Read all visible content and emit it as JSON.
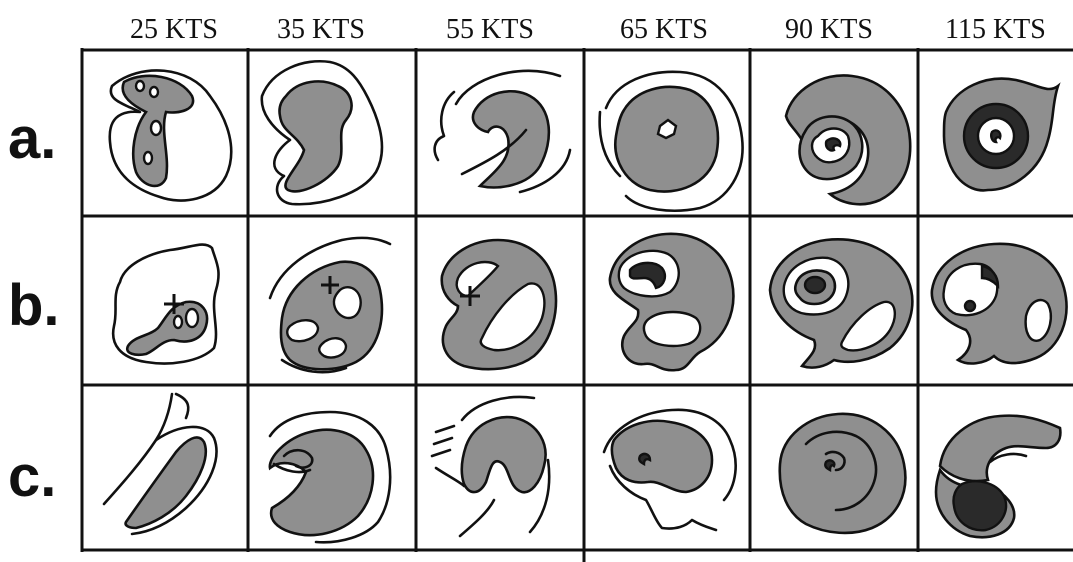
{
  "columns": [
    {
      "label": "25 KTS"
    },
    {
      "label": "35 KTS"
    },
    {
      "label": "55 KTS"
    },
    {
      "label": "65 KTS"
    },
    {
      "label": "90 KTS"
    },
    {
      "label": "115 KTS"
    }
  ],
  "rows": [
    {
      "label": "a."
    },
    {
      "label": "b."
    },
    {
      "label": "c."
    }
  ],
  "colors": {
    "fill_gray": "#8f8f8f",
    "dark_core": "#2a2a2a",
    "line": "#111111",
    "background": "#ffffff"
  }
}
